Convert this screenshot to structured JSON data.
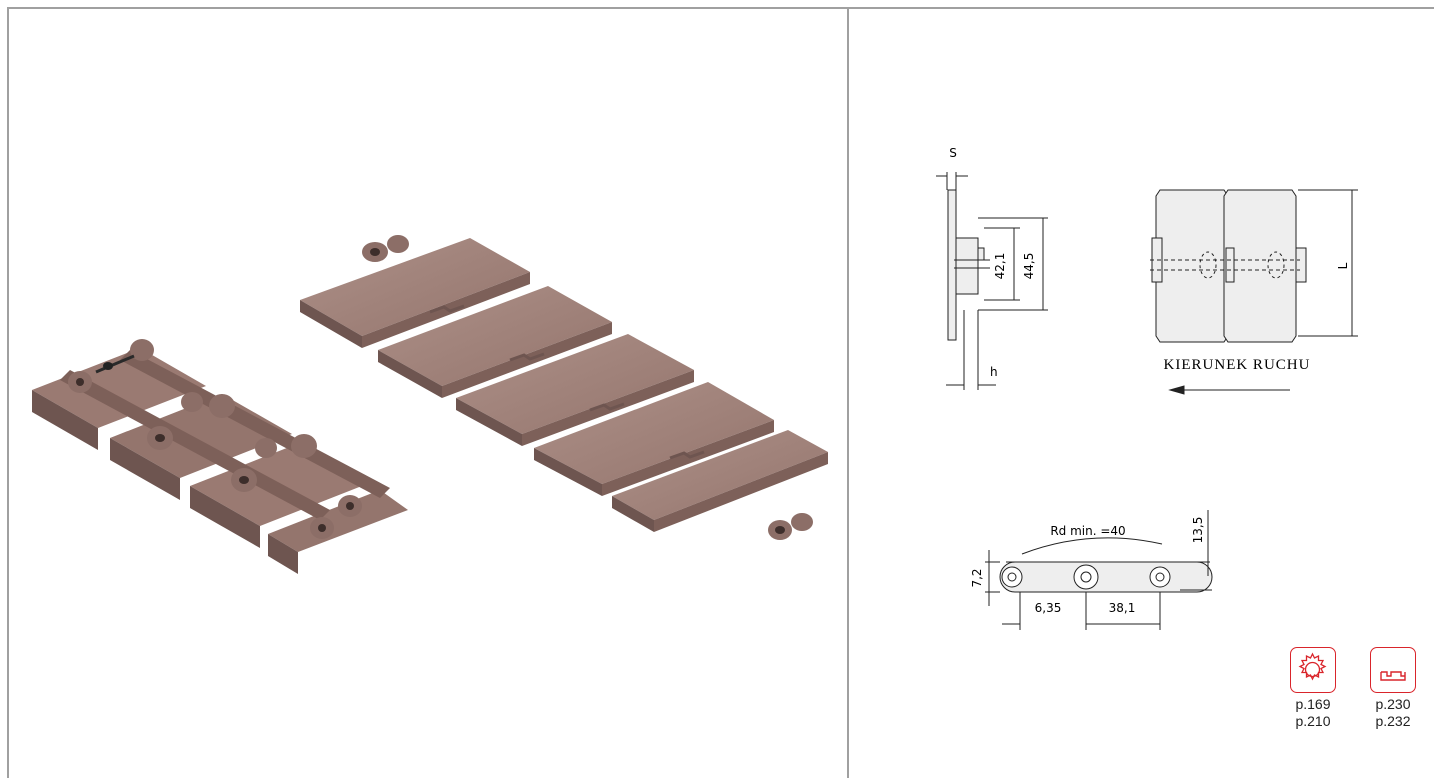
{
  "drawing": {
    "dim_s": "S",
    "dim_h": "h",
    "dim_42": "42,1",
    "dim_44": "44,5",
    "dim_l": "L",
    "direction_label": "KIERUNEK  RUCHU",
    "radius_label": "Rd min. =40",
    "dim_13": "13,5",
    "dim_7": "7,2",
    "dim_6": "6,35",
    "dim_38": "38,1"
  },
  "refs": {
    "sprocket": {
      "icon": "sprocket-icon",
      "color": "#d9252b",
      "pages": [
        "p.169",
        "p.210"
      ]
    },
    "guide": {
      "icon": "guide-rail-icon",
      "color": "#d9252b",
      "pages": [
        "p.230",
        "p.232"
      ]
    }
  },
  "colors": {
    "chain": "#9a7a72",
    "chain_dark": "#6e5550",
    "chain_light": "#b59a92"
  }
}
